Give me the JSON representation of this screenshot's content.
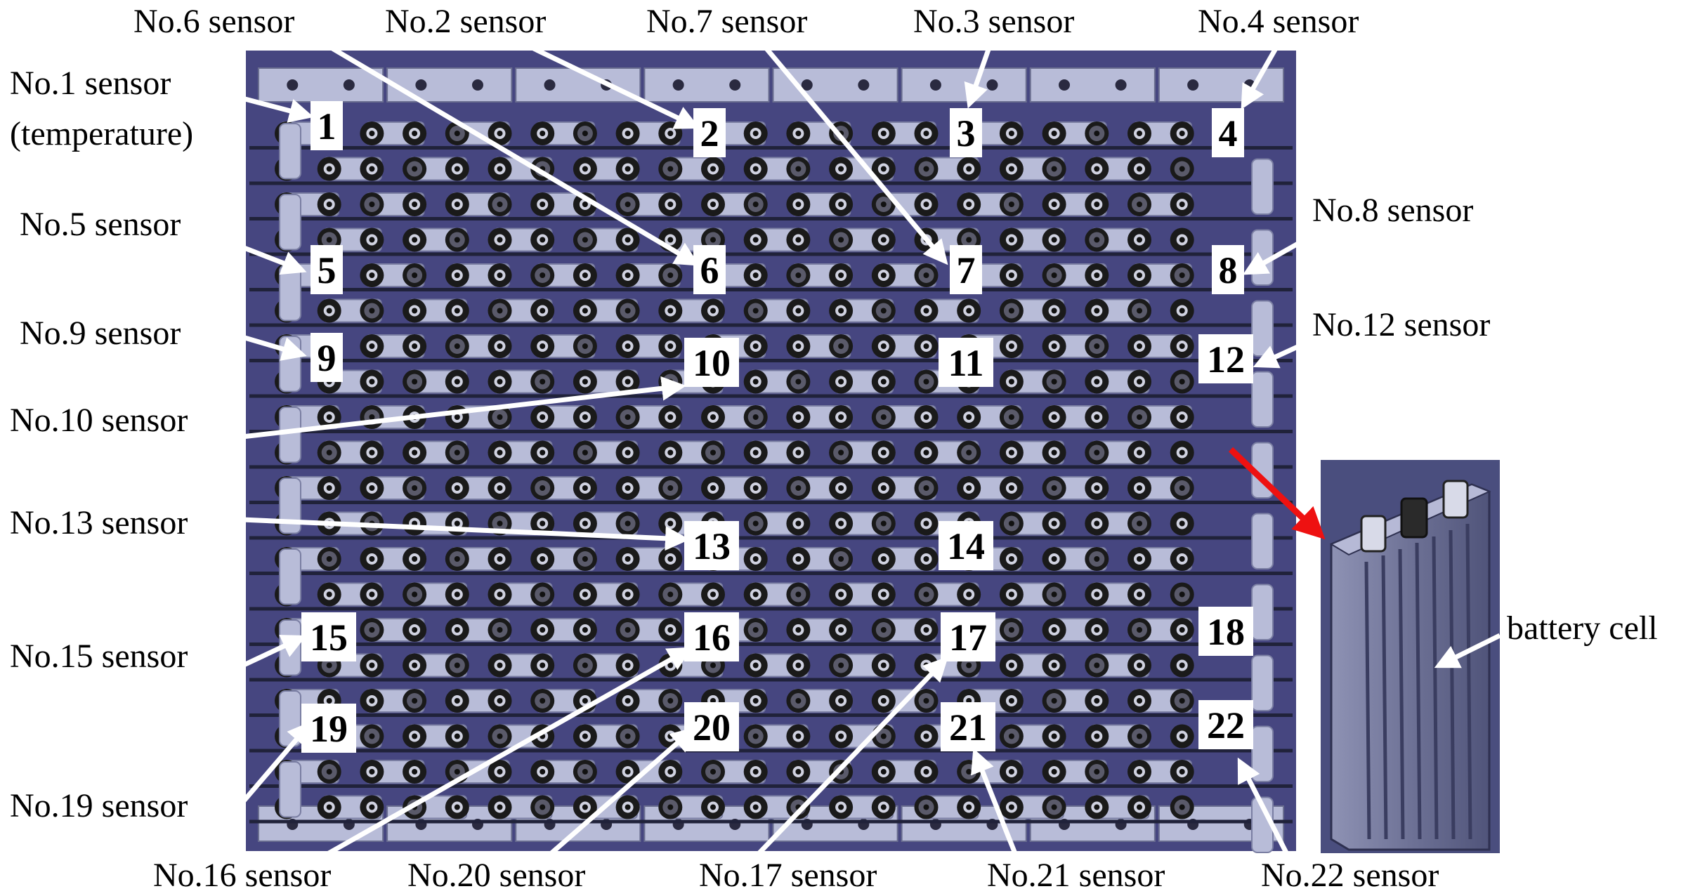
{
  "sensors": [
    {
      "id": 1,
      "number": "1",
      "label": "No.1 sensor",
      "sublabel": "(temperature)"
    },
    {
      "id": 2,
      "number": "2",
      "label": "No.2 sensor"
    },
    {
      "id": 3,
      "number": "3",
      "label": "No.3 sensor"
    },
    {
      "id": 4,
      "number": "4",
      "label": "No.4 sensor"
    },
    {
      "id": 5,
      "number": "5",
      "label": "No.5 sensor"
    },
    {
      "id": 6,
      "number": "6",
      "label": "No.6 sensor"
    },
    {
      "id": 7,
      "number": "7",
      "label": "No.7 sensor"
    },
    {
      "id": 8,
      "number": "8",
      "label": "No.8 sensor"
    },
    {
      "id": 9,
      "number": "9",
      "label": "No.9 sensor"
    },
    {
      "id": 10,
      "number": "10",
      "label": "No.10 sensor"
    },
    {
      "id": 11,
      "number": "11"
    },
    {
      "id": 12,
      "number": "12",
      "label": "No.12 sensor"
    },
    {
      "id": 13,
      "number": "13",
      "label": "No.13 sensor"
    },
    {
      "id": 14,
      "number": "14"
    },
    {
      "id": 15,
      "number": "15",
      "label": "No.15 sensor"
    },
    {
      "id": 16,
      "number": "16",
      "label": "No.16 sensor"
    },
    {
      "id": 17,
      "number": "17",
      "label": "No.17 sensor"
    },
    {
      "id": 18,
      "number": "18"
    },
    {
      "id": 19,
      "number": "19",
      "label": "No.19 sensor"
    },
    {
      "id": 20,
      "number": "20",
      "label": "No.20 sensor"
    },
    {
      "id": 21,
      "number": "21",
      "label": "No.21 sensor"
    },
    {
      "id": 22,
      "number": "22",
      "label": "No.22 sensor"
    }
  ],
  "battery_cell_label": "battery cell",
  "colors": {
    "pack_background": "#464680",
    "busbar": "#b8bcd8",
    "terminal": "#1a1a1a",
    "arrow": "#ffffff",
    "highlight_arrow": "#ee1111"
  }
}
